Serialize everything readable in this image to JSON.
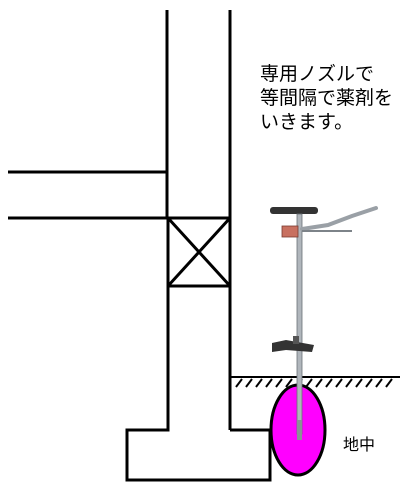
{
  "caption": {
    "lines": [
      "専用ノズルで",
      "等間隔で薬剤を",
      "いきます。"
    ]
  },
  "labels": {
    "ground": "地中"
  },
  "colors": {
    "line": "#000000",
    "chemical_fill": "#ff00ff",
    "nozzle_metal": "#b0b6bc",
    "nozzle_dark": "#333333",
    "nozzle_valve": "#c87060"
  }
}
